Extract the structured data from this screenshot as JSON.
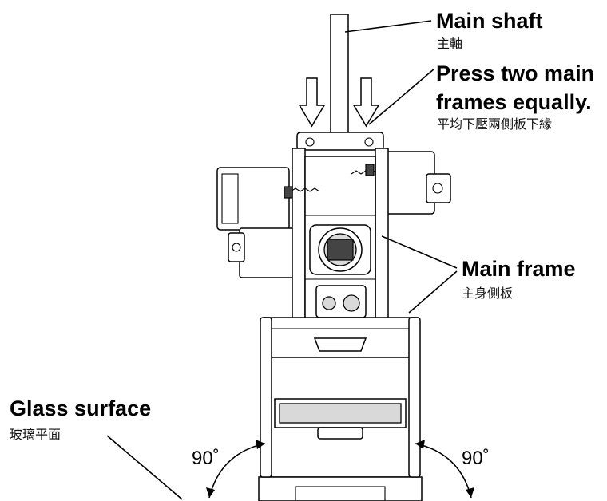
{
  "labels": {
    "main_shaft": {
      "en": "Main shaft",
      "zh": "主軸"
    },
    "press": {
      "en_line1": "Press two main",
      "en_line2": "frames equally.",
      "zh": "平均下壓兩側板下緣"
    },
    "main_frame": {
      "en": "Main frame",
      "zh": "主身側板"
    },
    "glass_surface": {
      "en": "Glass surface",
      "zh": "玻璃平面"
    }
  },
  "angles": {
    "left": "90˚",
    "right": "90˚"
  }
}
